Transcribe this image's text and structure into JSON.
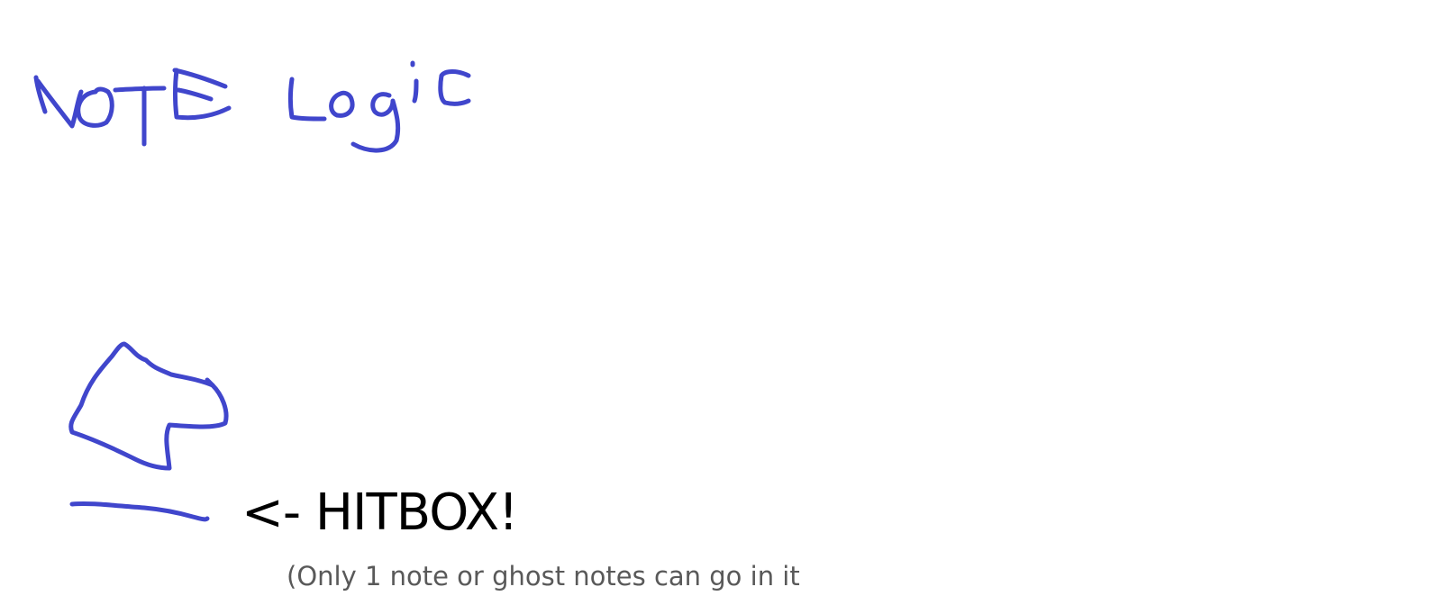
{
  "page": {
    "heading_handwritten": "NOTE Logic",
    "hitbox_label": "<- HITBOX!",
    "hitbox_note": "(Only 1 note or ghost notes can go in it"
  },
  "colors": {
    "ink": "#4046CC",
    "label_text": "#000000",
    "note_text": "#595959",
    "background": "#FFFFFF"
  },
  "icons": {
    "arrow_shape": "up-arrow-hand-drawn",
    "underline": "hand-drawn-line"
  }
}
